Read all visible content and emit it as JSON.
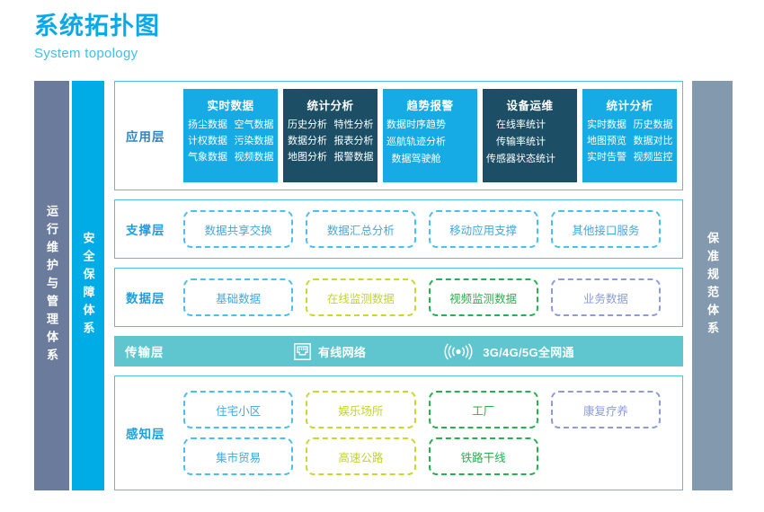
{
  "header": {
    "title_cn": "系统拓扑图",
    "title_en": "System topology"
  },
  "side_bars": {
    "left_outer": "运行维护与管理体系",
    "left_inner": "安全保障体系",
    "right": "保准规范体系"
  },
  "colors": {
    "accent_blue": "#00ace5",
    "app_light": "#16abe4",
    "app_dark": "#1c4f66",
    "transmission_teal": "#5fc5ce",
    "sidebar_gray": "#6b7b9c",
    "sidebar_gray_right": "#8399ad",
    "cyan": "#49c0f0",
    "lime": "#c8d92e",
    "green": "#25b24e",
    "purple": "#8c9bdb"
  },
  "layers": {
    "application": {
      "label": "应用层",
      "boxes": [
        {
          "title": "实时数据",
          "style": "light",
          "columns": 2,
          "items": [
            "扬尘数据",
            "空气数据",
            "计权数据",
            "污染数据",
            "气象数据",
            "视频数据"
          ]
        },
        {
          "title": "统计分析",
          "style": "dark",
          "columns": 2,
          "items": [
            "历史分析",
            "特性分析",
            "数据分析",
            "报表分析",
            "地图分析",
            "报警数据"
          ]
        },
        {
          "title": "趋势报警",
          "style": "light",
          "columns": 1,
          "items": [
            "数据时序趋势",
            "巡航轨迹分析",
            "数据驾驶舱"
          ]
        },
        {
          "title": "设备运维",
          "style": "dark",
          "columns": 1,
          "items": [
            "在线率统计",
            "传输率统计",
            "传感器状态统计"
          ]
        },
        {
          "title": "统计分析",
          "style": "light",
          "columns": 2,
          "items": [
            "实时数据",
            "历史数据",
            "地图预览",
            "数据对比",
            "实时告警",
            "视频监控"
          ]
        }
      ]
    },
    "support": {
      "label": "支撑层",
      "items": [
        {
          "label": "数据共享交换",
          "color": "cyan"
        },
        {
          "label": "数据汇总分析",
          "color": "cyan"
        },
        {
          "label": "移动应用支撑",
          "color": "cyan"
        },
        {
          "label": "其他接口服务",
          "color": "cyan"
        }
      ]
    },
    "data": {
      "label": "数据层",
      "items": [
        {
          "label": "基础数据",
          "color": "cyan"
        },
        {
          "label": "在线监测数据",
          "color": "lime"
        },
        {
          "label": "视频监测数据",
          "color": "green"
        },
        {
          "label": "业务数据",
          "color": "purple"
        }
      ]
    },
    "transmission": {
      "label": "传输层",
      "items": [
        {
          "label": "有线网络",
          "icon": "ethernet-port-icon"
        },
        {
          "label": "3G/4G/5G全网通",
          "icon": "wireless-signal-icon"
        }
      ]
    },
    "perception": {
      "label": "感知层",
      "rows": [
        [
          {
            "label": "住宅小区",
            "color": "cyan"
          },
          {
            "label": "娱乐场所",
            "color": "lime"
          },
          {
            "label": "工厂",
            "color": "green"
          },
          {
            "label": "康复疗养",
            "color": "purple"
          }
        ],
        [
          {
            "label": "集市贸易",
            "color": "cyan"
          },
          {
            "label": "高速公路",
            "color": "lime"
          },
          {
            "label": "铁路干线",
            "color": "green"
          }
        ]
      ]
    }
  }
}
